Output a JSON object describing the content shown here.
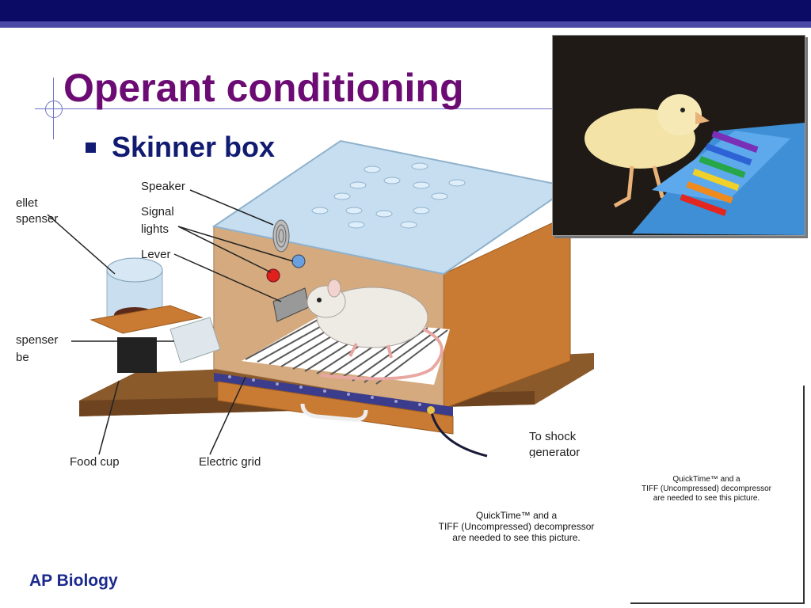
{
  "slide": {
    "title": "Operant conditioning",
    "bullet": "Skinner box",
    "footer": "AP Biology"
  },
  "diagram": {
    "labels": {
      "pellet_dispenser": "ellet\nspenser",
      "speaker": "Speaker",
      "signal_lights": "Signal\nlights",
      "lever": "Lever",
      "dispenser_tube": "spenser\nbe",
      "food_cup": "Food cup",
      "electric_grid": "Electric grid",
      "to_shock_generator": "To shock\ngenerator"
    }
  },
  "placeholders": {
    "quicktime_1": "QuickTime™ and a\nTIFF (Uncompressed) decompressor\nare needed to see this picture.",
    "quicktime_2": "QuickTime™ and a\nTIFF (Uncompressed) decompressor\nare needed to see this picture."
  },
  "colors": {
    "title": "#6b0b73",
    "bullet": "#111b72",
    "topbar": "#0b0b66",
    "box_wood": "#d78a3f",
    "grid_bar": "#3c3c8c"
  }
}
